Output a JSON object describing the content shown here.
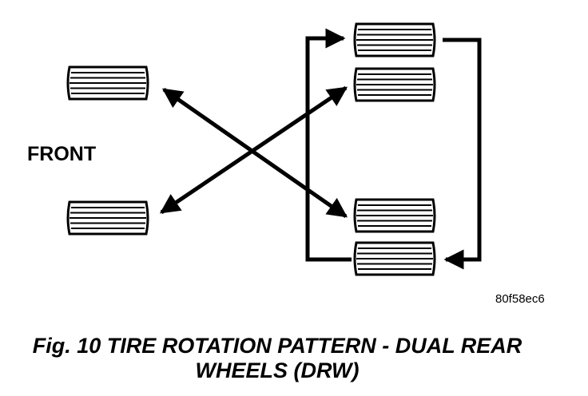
{
  "figure": {
    "front_label": "FRONT",
    "image_code": "80f58ec6",
    "caption_line1": "Fig. 10 TIRE ROTATION PATTERN - DUAL REAR",
    "caption_line2": "WHEELS (DRW)"
  },
  "tires": [
    {
      "id": "front-upper",
      "position": "front left"
    },
    {
      "id": "front-lower",
      "position": "front right"
    },
    {
      "id": "rear-upper-outer",
      "position": "rear left outer"
    },
    {
      "id": "rear-upper-inner",
      "position": "rear left inner"
    },
    {
      "id": "rear-lower-inner",
      "position": "rear right inner"
    },
    {
      "id": "rear-lower-outer",
      "position": "rear right outer"
    }
  ],
  "colors": {
    "ink": "#000000",
    "background": "#ffffff"
  }
}
